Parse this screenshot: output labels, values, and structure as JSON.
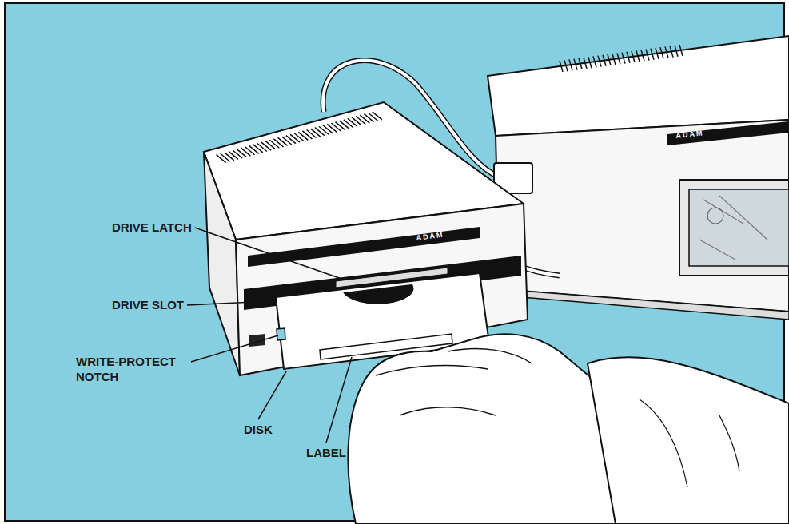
{
  "diagram": {
    "labels": [
      "ADAM",
      "ADAM",
      "DRIVE LATCH",
      "DRIVE SLOT",
      "WRITE-PROTECT NOTCH",
      "DISK",
      "LABEL"
    ]
  }
}
